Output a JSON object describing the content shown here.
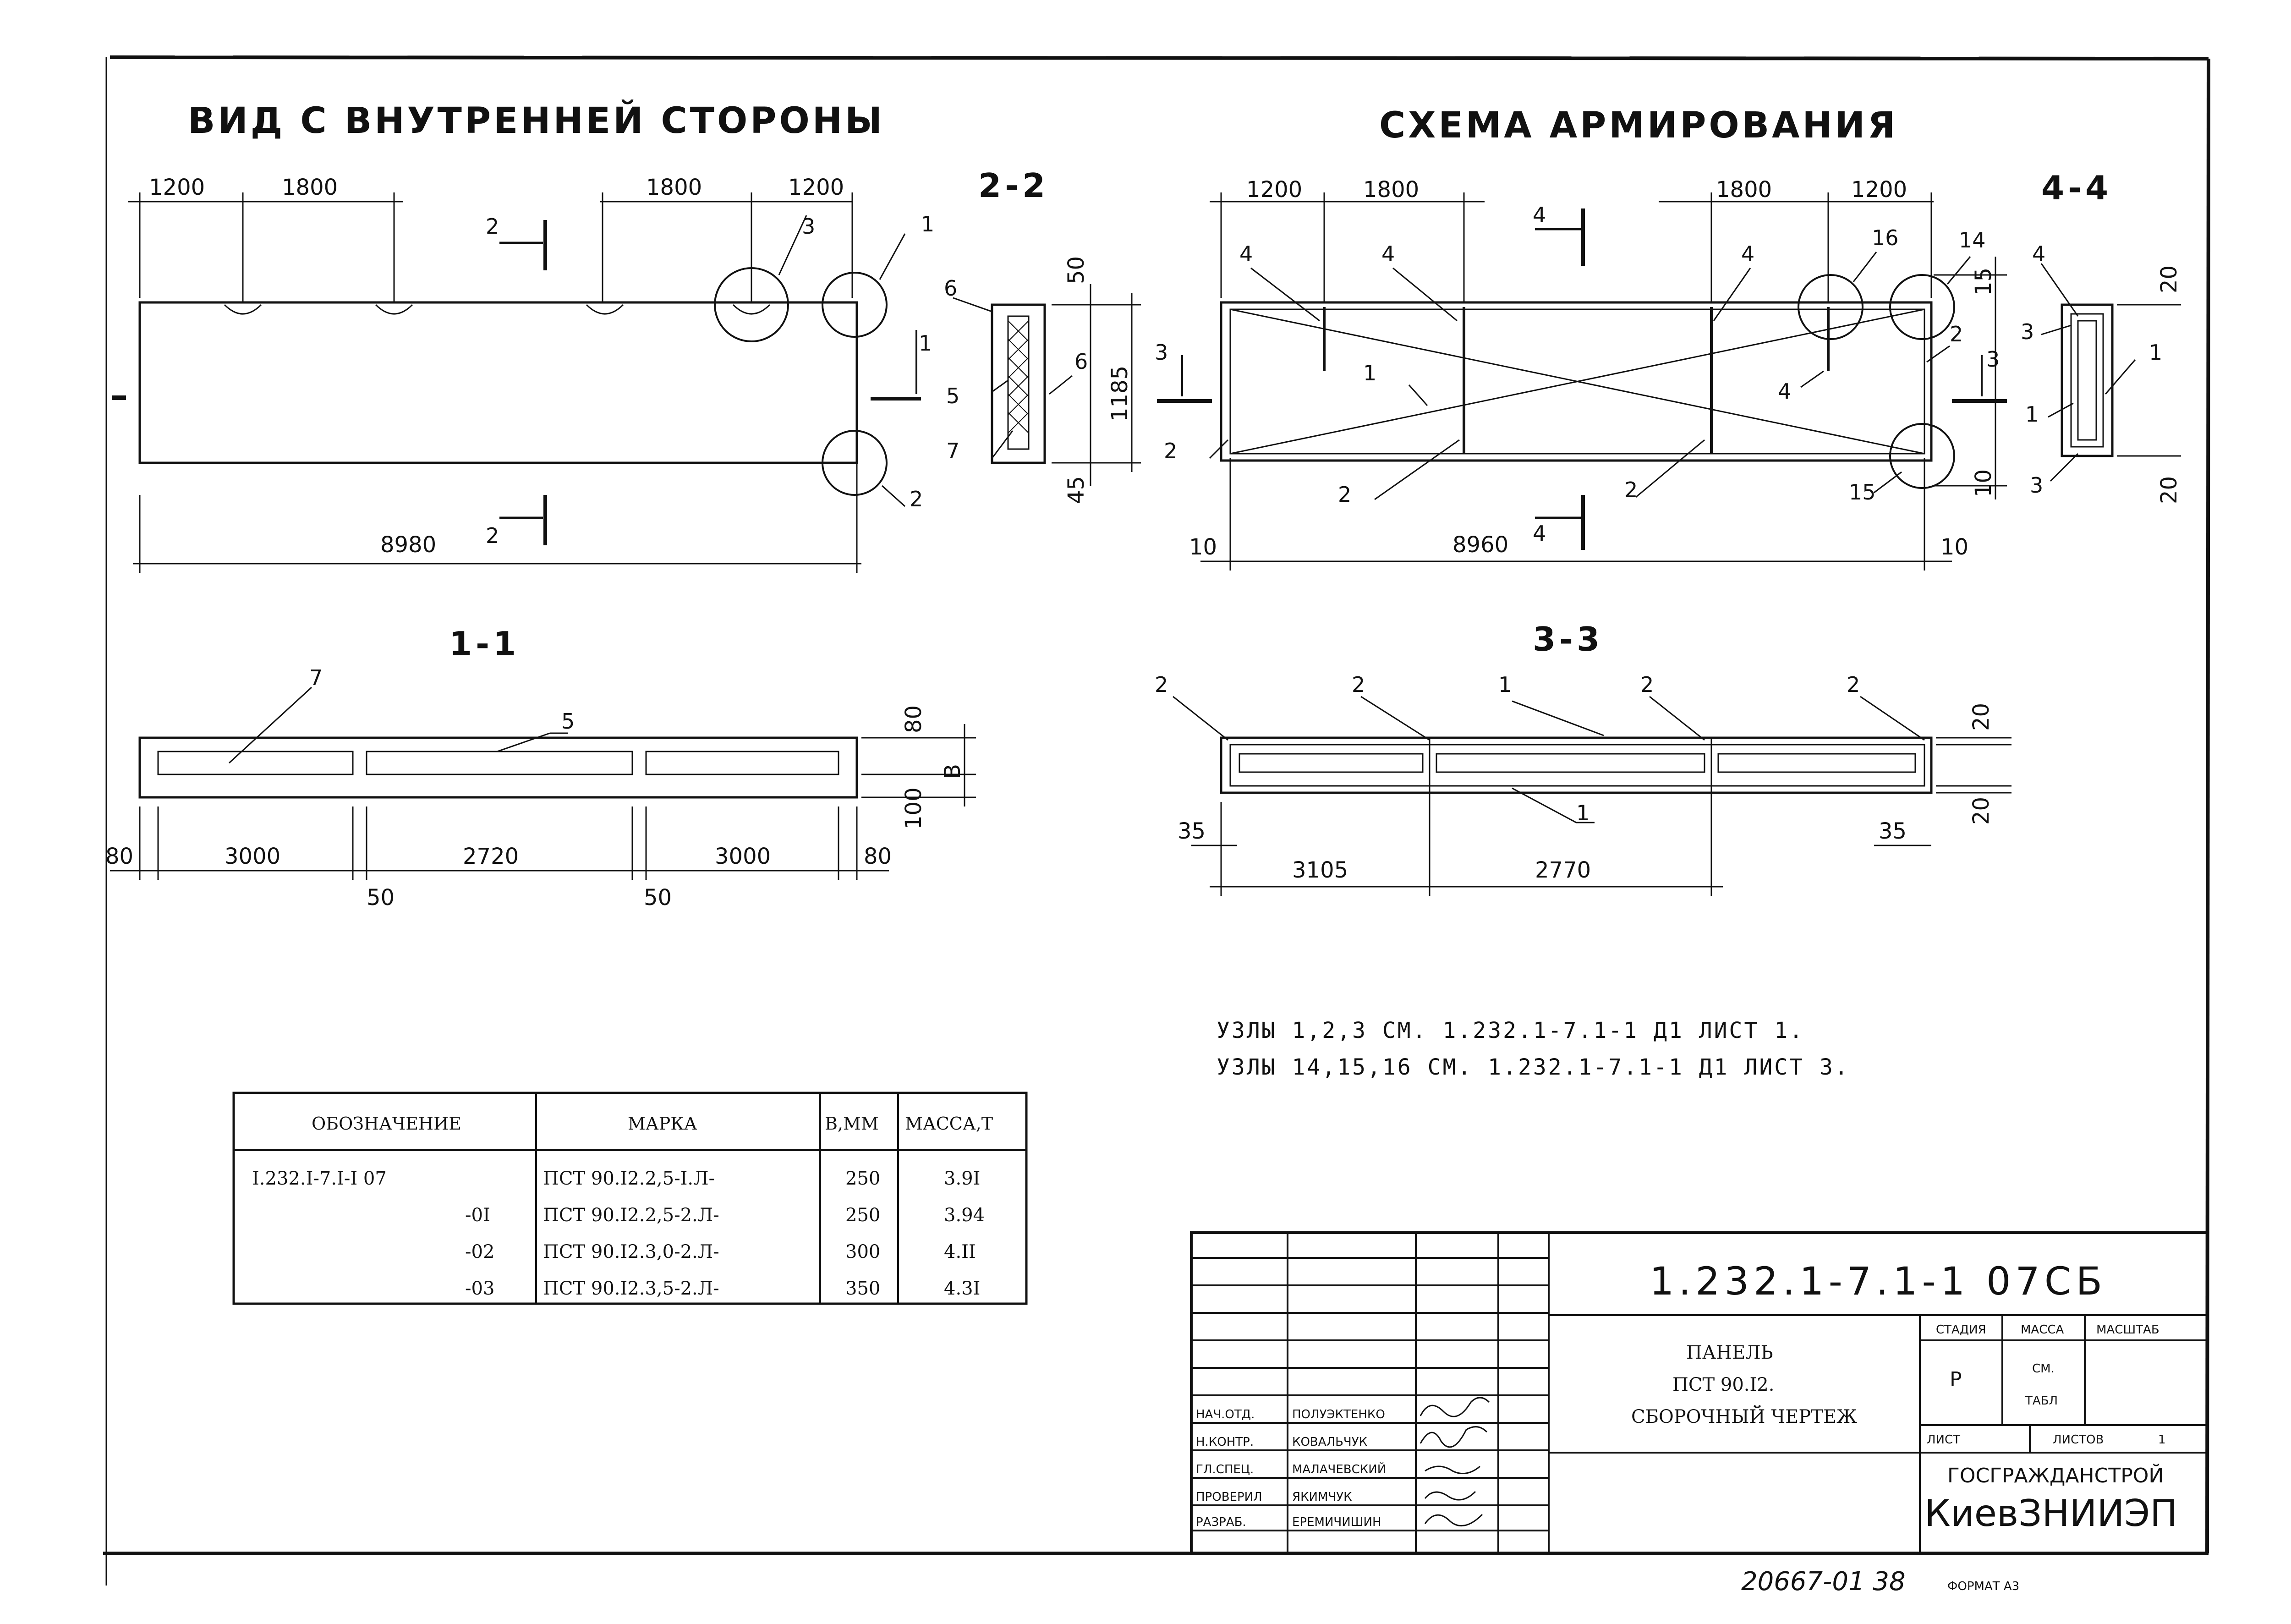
{
  "titles": {
    "left": "ВИД С ВНУТРЕННЕЙ СТОРОНЫ",
    "right": "СХЕМА АРМИРОВАНИЯ"
  },
  "sections": {
    "s22": "2-2",
    "s44": "4-4",
    "s11": "1-1",
    "s33": "3-3"
  },
  "view": {
    "dims_top": [
      "1200",
      "1800",
      "1800",
      "1200"
    ],
    "overall": "8980",
    "callouts": [
      "1",
      "2",
      "3"
    ],
    "cut_marks": [
      "2",
      "2",
      "1"
    ]
  },
  "sec22": {
    "labels": [
      "6",
      "5",
      "7",
      "6"
    ],
    "dims": [
      "50",
      "1185",
      "45"
    ]
  },
  "scheme": {
    "dims_top": [
      "1200",
      "1800",
      "1800",
      "1200"
    ],
    "overall": "8960",
    "ends": [
      "10",
      "10"
    ],
    "right_dims": [
      "15",
      "10"
    ],
    "labels": [
      "4",
      "4",
      "4",
      "16",
      "14",
      "1",
      "2",
      "2",
      "2",
      "4",
      "15",
      "2"
    ],
    "cut_marks": [
      "4",
      "4",
      "3",
      "3"
    ]
  },
  "sec44": {
    "labels": [
      "4",
      "3",
      "1",
      "1",
      "3"
    ],
    "dims": [
      "20",
      "20"
    ]
  },
  "sec11": {
    "labels": [
      "7",
      "5"
    ],
    "dims_right": [
      "80",
      "В",
      "100"
    ],
    "dims_bottom": [
      "80",
      "3000",
      "2720",
      "3000",
      "80"
    ],
    "dims_gap": [
      "50",
      "50"
    ]
  },
  "sec33": {
    "labels": [
      "2",
      "2",
      "1",
      "2",
      "2",
      "1"
    ],
    "dims_right": [
      "20",
      "20"
    ],
    "dims_side": [
      "35",
      "35"
    ],
    "dims_bottom": [
      "3105",
      "2770"
    ]
  },
  "notes": [
    "УЗЛЫ 1,2,3 СМ. 1.232.1-7.1-1 Д1 ЛИСТ 1.",
    "УЗЛЫ 14,15,16 СМ. 1.232.1-7.1-1 Д1 ЛИСТ 3."
  ],
  "table": {
    "headers": [
      "ОБОЗНАЧЕНИЕ",
      "МАРКА",
      "В,ММ",
      "МАССА,Т"
    ],
    "rows": [
      {
        "designation": "I.232.I-7.I-I 07",
        "mark": "ПСТ 90.I2.2,5-I.Л-",
        "b": "250",
        "mass": "3.9I"
      },
      {
        "designation": "-0I",
        "mark": "ПСТ 90.I2.2,5-2.Л-",
        "b": "250",
        "mass": "3.94"
      },
      {
        "designation": "-02",
        "mark": "ПСТ 90.I2.3,0-2.Л-",
        "b": "300",
        "mass": "4.II"
      },
      {
        "designation": "-03",
        "mark": "ПСТ 90.I2.3,5-2.Л-",
        "b": "350",
        "mass": "4.3I"
      }
    ]
  },
  "stamp": {
    "code": "1.232.1-7.1-1 07СБ",
    "name_lines": [
      "ПАНЕЛЬ",
      "ПСТ 90.I2.",
      "СБОРОЧНЫЙ ЧЕРТЕЖ"
    ],
    "roles": [
      "НАЧ.ОТД.",
      "Н.КОНТР.",
      "ГЛ.СПЕЦ.",
      "ПРОВЕРИЛ",
      "РАЗРАБ."
    ],
    "people": [
      "ПОЛУЭКТЕНКО",
      "КОВАЛЬЧУК",
      "МАЛАЧЕВСКИЙ",
      "ЯКИМЧУК",
      "ЕРЕМИЧИШИН"
    ],
    "stage_head": "СТАДИЯ",
    "mass_head": "МАССА",
    "scale_head": "МАСШТАБ",
    "stage": "Р",
    "mass_lines": [
      "СМ.",
      "ТАБЛ"
    ],
    "sheet": "ЛИСТ",
    "sheets": "ЛИСТОВ",
    "sheets_n": "1",
    "org1": "ГОСГРАЖДАНСТРОЙ",
    "org2": "КиевЗНИИЭП"
  },
  "archive": "20667-01 38",
  "format": "ФОРМАТ А3"
}
